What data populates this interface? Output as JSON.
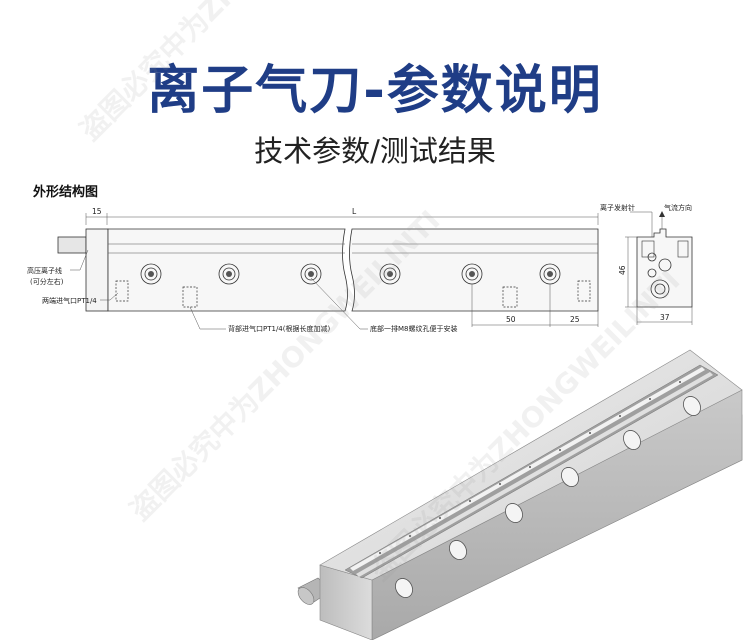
{
  "header": {
    "title": "离子气刀-参数说明",
    "subtitle": "技术参数/测试结果"
  },
  "section": {
    "label": "外形结构图"
  },
  "drawing": {
    "dim_15": "15",
    "dim_L": "L",
    "dim_50": "50",
    "dim_25": "25",
    "dim_46": "46",
    "dim_37": "37",
    "label_hv_line": "高压离子线",
    "label_hv_line_sub": "(可分左右)",
    "label_end_inlet": "两端进气口PT1/4",
    "label_back_inlet": "背部进气口PT1/4(根据长度加减)",
    "label_bottom_holes": "底部一排M8螺纹孔便于安装",
    "label_emitter": "离子发射针",
    "label_airflow": "气流方向"
  },
  "watermark": {
    "text": "盗图必究中为ZHONGWEILINTI"
  }
}
